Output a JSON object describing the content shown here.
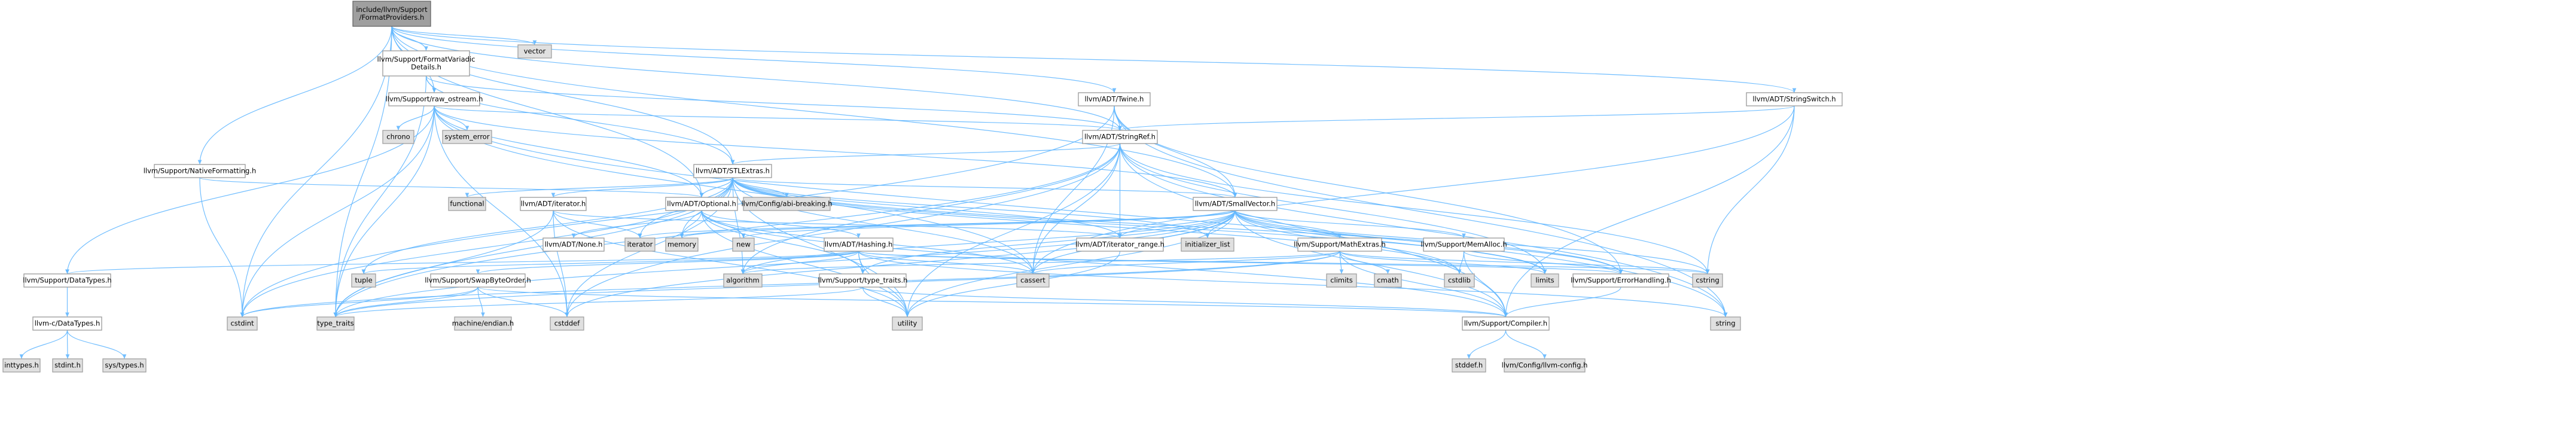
{
  "graph": {
    "nodes": [
      {
        "id": "root",
        "lines": [
          "include/llvm/Support",
          "/FormatProviders.h"
        ],
        "kind": "root"
      },
      {
        "id": "vector",
        "lines": [
          "vector"
        ],
        "kind": "sys"
      },
      {
        "id": "fvd",
        "lines": [
          "llvm/Support/FormatVariadic",
          "Details.h"
        ],
        "kind": "file"
      },
      {
        "id": "raw",
        "lines": [
          "llvm/Support/raw_ostream.h"
        ],
        "kind": "file"
      },
      {
        "id": "twine",
        "lines": [
          "llvm/ADT/Twine.h"
        ],
        "kind": "file"
      },
      {
        "id": "sswitch",
        "lines": [
          "llvm/ADT/StringSwitch.h"
        ],
        "kind": "file"
      },
      {
        "id": "chrono",
        "lines": [
          "chrono"
        ],
        "kind": "sys"
      },
      {
        "id": "syserr",
        "lines": [
          "system_error"
        ],
        "kind": "sys"
      },
      {
        "id": "sref",
        "lines": [
          "llvm/ADT/StringRef.h"
        ],
        "kind": "file"
      },
      {
        "id": "natfmt",
        "lines": [
          "llvm/Support/NativeFormatting.h"
        ],
        "kind": "file"
      },
      {
        "id": "stlextras",
        "lines": [
          "llvm/ADT/STLExtras.h"
        ],
        "kind": "file"
      },
      {
        "id": "functional",
        "lines": [
          "functional"
        ],
        "kind": "sys"
      },
      {
        "id": "iterator_h",
        "lines": [
          "llvm/ADT/iterator.h"
        ],
        "kind": "file"
      },
      {
        "id": "optional",
        "lines": [
          "llvm/ADT/Optional.h"
        ],
        "kind": "file"
      },
      {
        "id": "abibreak",
        "lines": [
          "llvm/Config/abi-breaking.h"
        ],
        "kind": "sys"
      },
      {
        "id": "smallvec",
        "lines": [
          "llvm/ADT/SmallVector.h"
        ],
        "kind": "file"
      },
      {
        "id": "none",
        "lines": [
          "llvm/ADT/None.h"
        ],
        "kind": "file"
      },
      {
        "id": "iterator",
        "lines": [
          "iterator"
        ],
        "kind": "sys"
      },
      {
        "id": "memory",
        "lines": [
          "memory"
        ],
        "kind": "sys"
      },
      {
        "id": "new",
        "lines": [
          "new"
        ],
        "kind": "sys"
      },
      {
        "id": "hashing",
        "lines": [
          "llvm/ADT/Hashing.h"
        ],
        "kind": "file"
      },
      {
        "id": "itrange",
        "lines": [
          "llvm/ADT/iterator_range.h"
        ],
        "kind": "file"
      },
      {
        "id": "initlist",
        "lines": [
          "initializer_list"
        ],
        "kind": "sys"
      },
      {
        "id": "mathextras",
        "lines": [
          "llvm/Support/MathExtras.h"
        ],
        "kind": "file"
      },
      {
        "id": "memalloc",
        "lines": [
          "llvm/Support/MemAlloc.h"
        ],
        "kind": "file"
      },
      {
        "id": "tuple",
        "lines": [
          "tuple"
        ],
        "kind": "sys"
      },
      {
        "id": "swapbyte",
        "lines": [
          "llvm/Support/SwapByteOrder.h"
        ],
        "kind": "file"
      },
      {
        "id": "algorithm",
        "lines": [
          "algorithm"
        ],
        "kind": "sys"
      },
      {
        "id": "typetraits_h",
        "lines": [
          "llvm/Support/type_traits.h"
        ],
        "kind": "file"
      },
      {
        "id": "cassert",
        "lines": [
          "cassert"
        ],
        "kind": "sys"
      },
      {
        "id": "climits",
        "lines": [
          "climits"
        ],
        "kind": "sys"
      },
      {
        "id": "cmath",
        "lines": [
          "cmath"
        ],
        "kind": "sys"
      },
      {
        "id": "cstdlib",
        "lines": [
          "cstdlib"
        ],
        "kind": "sys"
      },
      {
        "id": "limits",
        "lines": [
          "limits"
        ],
        "kind": "sys"
      },
      {
        "id": "errhandling",
        "lines": [
          "llvm/Support/ErrorHandling.h"
        ],
        "kind": "file"
      },
      {
        "id": "cstring",
        "lines": [
          "cstring"
        ],
        "kind": "sys"
      },
      {
        "id": "datatypes",
        "lines": [
          "llvm/Support/DataTypes.h"
        ],
        "kind": "file"
      },
      {
        "id": "cdatatypes",
        "lines": [
          "llvm-c/DataTypes.h"
        ],
        "kind": "file"
      },
      {
        "id": "cstdint",
        "lines": [
          "cstdint"
        ],
        "kind": "sys"
      },
      {
        "id": "type_traits",
        "lines": [
          "type_traits"
        ],
        "kind": "sys"
      },
      {
        "id": "machendian",
        "lines": [
          "machine/endian.h"
        ],
        "kind": "sys"
      },
      {
        "id": "cstddef",
        "lines": [
          "cstddef"
        ],
        "kind": "sys"
      },
      {
        "id": "utility",
        "lines": [
          "utility"
        ],
        "kind": "sys"
      },
      {
        "id": "compiler",
        "lines": [
          "llvm/Support/Compiler.h"
        ],
        "kind": "file"
      },
      {
        "id": "string",
        "lines": [
          "string"
        ],
        "kind": "sys"
      },
      {
        "id": "inttypes",
        "lines": [
          "inttypes.h"
        ],
        "kind": "sys"
      },
      {
        "id": "stdint",
        "lines": [
          "stdint.h"
        ],
        "kind": "sys"
      },
      {
        "id": "systypes",
        "lines": [
          "sys/types.h"
        ],
        "kind": "sys"
      },
      {
        "id": "stddef",
        "lines": [
          "stddef.h"
        ],
        "kind": "sys"
      },
      {
        "id": "llvmconfig",
        "lines": [
          "llvm/Config/llvm-config.h"
        ],
        "kind": "sys"
      }
    ],
    "edges": [
      [
        "root",
        "vector"
      ],
      [
        "root",
        "fvd"
      ],
      [
        "root",
        "natfmt"
      ],
      [
        "root",
        "raw"
      ],
      [
        "root",
        "twine"
      ],
      [
        "root",
        "sswitch"
      ],
      [
        "root",
        "sref"
      ],
      [
        "root",
        "stlextras"
      ],
      [
        "root",
        "smallvec"
      ],
      [
        "root",
        "type_traits"
      ],
      [
        "root",
        "cstdint"
      ],
      [
        "root",
        "optional"
      ],
      [
        "fvd",
        "raw"
      ],
      [
        "fvd",
        "sref"
      ],
      [
        "fvd",
        "stlextras"
      ],
      [
        "fvd",
        "type_traits"
      ],
      [
        "raw",
        "chrono"
      ],
      [
        "raw",
        "syserr"
      ],
      [
        "raw",
        "sref"
      ],
      [
        "raw",
        "smallvec"
      ],
      [
        "raw",
        "datatypes"
      ],
      [
        "raw",
        "cassert"
      ],
      [
        "raw",
        "cstddef"
      ],
      [
        "raw",
        "cstdint"
      ],
      [
        "raw",
        "string"
      ],
      [
        "raw",
        "type_traits"
      ],
      [
        "raw",
        "optional"
      ],
      [
        "twine",
        "sref"
      ],
      [
        "twine",
        "smallvec"
      ],
      [
        "twine",
        "errhandling"
      ],
      [
        "twine",
        "cassert"
      ],
      [
        "twine",
        "cstdint"
      ],
      [
        "twine",
        "string"
      ],
      [
        "sswitch",
        "sref"
      ],
      [
        "sswitch",
        "compiler"
      ],
      [
        "sswitch",
        "cassert"
      ],
      [
        "sswitch",
        "cstring"
      ],
      [
        "sref",
        "stlextras"
      ],
      [
        "sref",
        "itrange"
      ],
      [
        "sref",
        "compiler"
      ],
      [
        "sref",
        "algorithm"
      ],
      [
        "sref",
        "cassert"
      ],
      [
        "sref",
        "cstddef"
      ],
      [
        "sref",
        "cstring"
      ],
      [
        "sref",
        "limits"
      ],
      [
        "sref",
        "string"
      ],
      [
        "sref",
        "type_traits"
      ],
      [
        "sref",
        "utility"
      ],
      [
        "natfmt",
        "optional"
      ],
      [
        "natfmt",
        "cstdint"
      ],
      [
        "stlextras",
        "functional"
      ],
      [
        "stlextras",
        "iterator_h"
      ],
      [
        "stlextras",
        "optional"
      ],
      [
        "stlextras",
        "abibreak"
      ],
      [
        "stlextras",
        "smallvec"
      ],
      [
        "stlextras",
        "itrange"
      ],
      [
        "stlextras",
        "errhandling"
      ],
      [
        "stlextras",
        "algorithm"
      ],
      [
        "stlextras",
        "cassert"
      ],
      [
        "stlextras",
        "cstddef"
      ],
      [
        "stlextras",
        "cstdint"
      ],
      [
        "stlextras",
        "cstdlib"
      ],
      [
        "stlextras",
        "initlist"
      ],
      [
        "stlextras",
        "iterator"
      ],
      [
        "stlextras",
        "limits"
      ],
      [
        "stlextras",
        "memory"
      ],
      [
        "stlextras",
        "tuple"
      ],
      [
        "stlextras",
        "type_traits"
      ],
      [
        "stlextras",
        "utility"
      ],
      [
        "iterator_h",
        "itrange"
      ],
      [
        "iterator_h",
        "cstddef"
      ],
      [
        "iterator_h",
        "iterator"
      ],
      [
        "iterator_h",
        "type_traits"
      ],
      [
        "iterator_h",
        "utility"
      ],
      [
        "optional",
        "none"
      ],
      [
        "optional",
        "hashing"
      ],
      [
        "optional",
        "compiler"
      ],
      [
        "optional",
        "typetraits_h"
      ],
      [
        "optional",
        "cassert"
      ],
      [
        "optional",
        "memory"
      ],
      [
        "optional",
        "new"
      ],
      [
        "optional",
        "utility"
      ],
      [
        "smallvec",
        "mathextras"
      ],
      [
        "smallvec",
        "memalloc"
      ],
      [
        "smallvec",
        "compiler"
      ],
      [
        "smallvec",
        "errhandling"
      ],
      [
        "smallvec",
        "typetraits_h"
      ],
      [
        "smallvec",
        "algorithm"
      ],
      [
        "smallvec",
        "cassert"
      ],
      [
        "smallvec",
        "cstddef"
      ],
      [
        "smallvec",
        "cstdlib"
      ],
      [
        "smallvec",
        "cstring"
      ],
      [
        "smallvec",
        "initlist"
      ],
      [
        "smallvec",
        "iterator"
      ],
      [
        "smallvec",
        "limits"
      ],
      [
        "smallvec",
        "memory"
      ],
      [
        "smallvec",
        "new"
      ],
      [
        "smallvec",
        "type_traits"
      ],
      [
        "smallvec",
        "utility"
      ],
      [
        "smallvec",
        "itrange"
      ],
      [
        "hashing",
        "errhandling"
      ],
      [
        "hashing",
        "swapbyte"
      ],
      [
        "hashing",
        "typetraits_h"
      ],
      [
        "hashing",
        "algorithm"
      ],
      [
        "hashing",
        "cassert"
      ],
      [
        "hashing",
        "cstring"
      ],
      [
        "hashing",
        "string"
      ],
      [
        "hashing",
        "tuple"
      ],
      [
        "hashing",
        "utility"
      ],
      [
        "hashing",
        "datatypes"
      ],
      [
        "itrange",
        "utility"
      ],
      [
        "mathextras",
        "compiler"
      ],
      [
        "mathextras",
        "algorithm"
      ],
      [
        "mathextras",
        "cassert"
      ],
      [
        "mathextras",
        "climits"
      ],
      [
        "mathextras",
        "cmath"
      ],
      [
        "mathextras",
        "cstdint"
      ],
      [
        "mathextras",
        "cstring"
      ],
      [
        "mathextras",
        "limits"
      ],
      [
        "mathextras",
        "type_traits"
      ],
      [
        "memalloc",
        "compiler"
      ],
      [
        "memalloc",
        "errhandling"
      ],
      [
        "memalloc",
        "cstdlib"
      ],
      [
        "swapbyte",
        "compiler"
      ],
      [
        "swapbyte",
        "cstddef"
      ],
      [
        "swapbyte",
        "cstdint"
      ],
      [
        "swapbyte",
        "type_traits"
      ],
      [
        "swapbyte",
        "machendian"
      ],
      [
        "typetraits_h",
        "compiler"
      ],
      [
        "typetraits_h",
        "type_traits"
      ],
      [
        "typetraits_h",
        "utility"
      ],
      [
        "errhandling",
        "compiler"
      ],
      [
        "datatypes",
        "cdatatypes"
      ],
      [
        "cdatatypes",
        "inttypes"
      ],
      [
        "cdatatypes",
        "stdint"
      ],
      [
        "cdatatypes",
        "systypes"
      ],
      [
        "compiler",
        "stddef"
      ],
      [
        "compiler",
        "llvmconfig"
      ]
    ]
  }
}
